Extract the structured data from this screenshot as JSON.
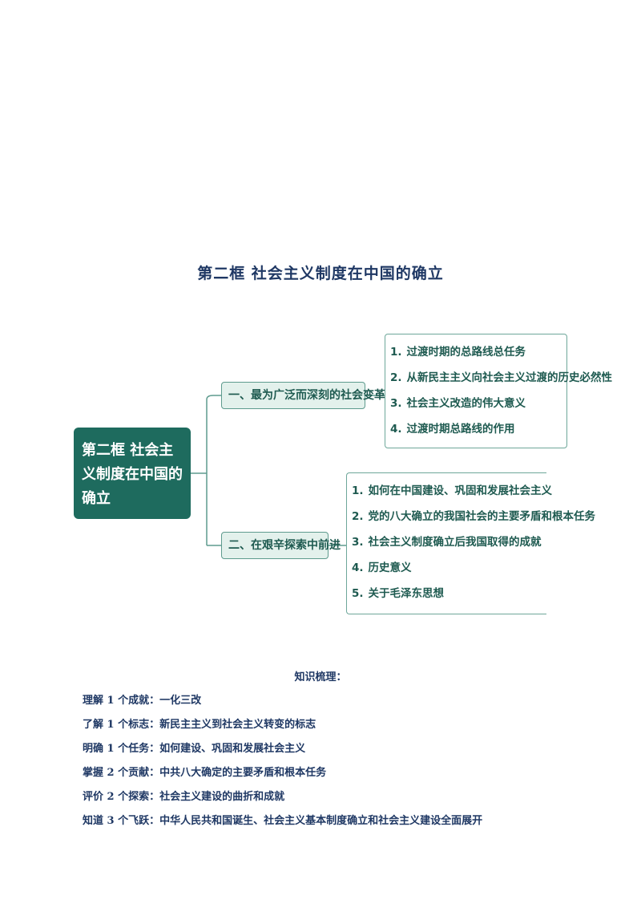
{
  "page_title": "第二框    社会主义制度在中国的确立",
  "mindmap": {
    "root": "第二框 社会主义制度在中国的确立",
    "branches": [
      {
        "label": "一、最为广泛而深刻的社会变革",
        "items": [
          {
            "num": "1.",
            "text": "过渡时期的总路线总任务"
          },
          {
            "num": "2.",
            "text": "从新民主主义向社会主义过渡的历史必然性"
          },
          {
            "num": "3.",
            "text": "社会主义改造的伟大意义"
          },
          {
            "num": "4.",
            "text": "过渡时期总路线的作用"
          }
        ]
      },
      {
        "label": "二、在艰辛探索中前进",
        "items": [
          {
            "num": "1.",
            "text": "如何在中国建设、巩固和发展社会主义"
          },
          {
            "num": "2.",
            "text": "党的八大确立的我国社会的主要矛盾和根本任务"
          },
          {
            "num": "3.",
            "text": "社会主义制度确立后我国取得的成就"
          },
          {
            "num": "4.",
            "text": "历史意义"
          },
          {
            "num": "5.",
            "text": "关于毛泽东思想"
          }
        ]
      }
    ]
  },
  "knowledge": {
    "heading": "知识梳理：",
    "points": [
      "理解 1 个成就：一化三改",
      "了解 1 个标志：新民主主义到社会主义转变的标志",
      "明确 1 个任务：如何建设、巩固和发展社会主义",
      "掌握 2 个贡献：中共八大确定的主要矛盾和根本任务",
      "评价 2 个探索：社会主义建设的曲折和成就",
      "知道 3 个飞跃：中华人民共和国诞生、社会主义基本制度确立和社会主义建设全面展开"
    ]
  },
  "colors": {
    "root_bg": "#1e6b5e",
    "branch_bg": "#e3f1ec",
    "leaf_text": "#1e5a50",
    "heading_text": "#1f3864"
  }
}
